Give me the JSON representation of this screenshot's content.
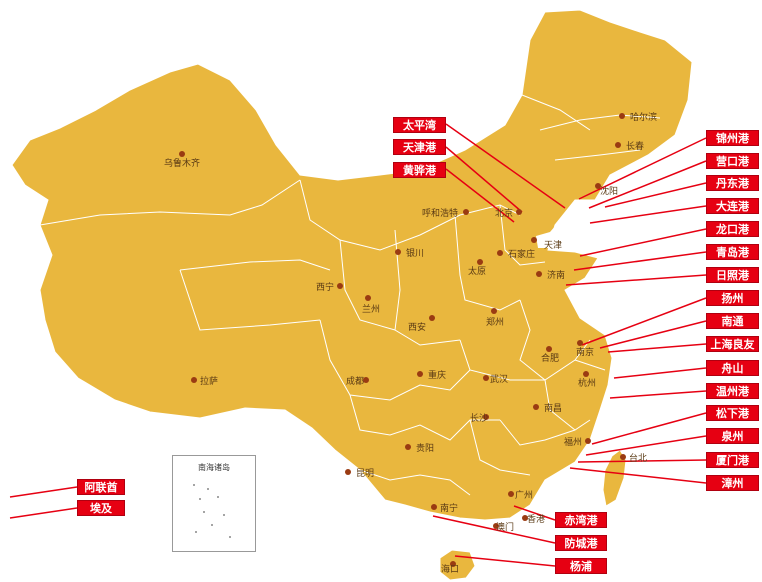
{
  "colors": {
    "land": "#e9b73e",
    "border": "#ffffff",
    "sea": "#ffffff",
    "dot": "#9a3b12",
    "tag": "#e60012",
    "line": "#e60012"
  },
  "inset": {
    "title": "南海诸岛"
  },
  "cities": [
    {
      "id": "urumqi",
      "name": "乌鲁木齐"
    },
    {
      "id": "harbin",
      "name": "哈尔滨"
    },
    {
      "id": "changchun",
      "name": "长春"
    },
    {
      "id": "shenyang",
      "name": "沈阳"
    },
    {
      "id": "hohhot",
      "name": "呼和浩特"
    },
    {
      "id": "beijing",
      "name": "北京"
    },
    {
      "id": "tianjin",
      "name": "天津"
    },
    {
      "id": "shijiazhuang",
      "name": "石家庄"
    },
    {
      "id": "taiyuan",
      "name": "太原"
    },
    {
      "id": "yinchuan",
      "name": "银川"
    },
    {
      "id": "jinan",
      "name": "济南"
    },
    {
      "id": "xining",
      "name": "西宁"
    },
    {
      "id": "lanzhou",
      "name": "兰州"
    },
    {
      "id": "xian",
      "name": "西安"
    },
    {
      "id": "zhengzhou",
      "name": "郑州"
    },
    {
      "id": "nanjing",
      "name": "南京"
    },
    {
      "id": "hefei",
      "name": "合肥"
    },
    {
      "id": "hangzhou",
      "name": "杭州"
    },
    {
      "id": "lhasa",
      "name": "拉萨"
    },
    {
      "id": "chengdu",
      "name": "成都"
    },
    {
      "id": "chongqing",
      "name": "重庆"
    },
    {
      "id": "wuhan",
      "name": "武汉"
    },
    {
      "id": "changsha",
      "name": "长沙"
    },
    {
      "id": "nanchang",
      "name": "南昌"
    },
    {
      "id": "guiyang",
      "name": "贵阳"
    },
    {
      "id": "kunming",
      "name": "昆明"
    },
    {
      "id": "fuzhou",
      "name": "福州"
    },
    {
      "id": "taibei",
      "name": "台北"
    },
    {
      "id": "guangzhou",
      "name": "广州"
    },
    {
      "id": "nanning",
      "name": "南宁"
    },
    {
      "id": "hongkong",
      "name": "香港"
    },
    {
      "id": "macau",
      "name": "澳门"
    },
    {
      "id": "haikou",
      "name": "海口"
    }
  ],
  "ports": [
    {
      "id": "taipingwan",
      "name": "太平湾"
    },
    {
      "id": "tianjin-port",
      "name": "天津港"
    },
    {
      "id": "huanghua",
      "name": "黄骅港"
    },
    {
      "id": "jinzhou",
      "name": "锦州港"
    },
    {
      "id": "yingkou",
      "name": "营口港"
    },
    {
      "id": "dandong",
      "name": "丹东港"
    },
    {
      "id": "dalian",
      "name": "大连港"
    },
    {
      "id": "longkou",
      "name": "龙口港"
    },
    {
      "id": "qingdao",
      "name": "青岛港"
    },
    {
      "id": "rizhao",
      "name": "日照港"
    },
    {
      "id": "yangzhou",
      "name": "扬州"
    },
    {
      "id": "nantong",
      "name": "南通"
    },
    {
      "id": "shanghai",
      "name": "上海良友"
    },
    {
      "id": "zhoushan",
      "name": "舟山"
    },
    {
      "id": "wenzhou",
      "name": "温州港"
    },
    {
      "id": "songxia",
      "name": "松下港"
    },
    {
      "id": "quanzhou",
      "name": "泉州"
    },
    {
      "id": "xiamen",
      "name": "厦门港"
    },
    {
      "id": "zhangzhou",
      "name": "漳州"
    },
    {
      "id": "chiwan",
      "name": "赤湾港"
    },
    {
      "id": "fangcheng",
      "name": "防城港"
    },
    {
      "id": "yangpu",
      "name": "杨浦"
    },
    {
      "id": "uae",
      "name": "阿联酋"
    },
    {
      "id": "egypt",
      "name": "埃及"
    }
  ]
}
